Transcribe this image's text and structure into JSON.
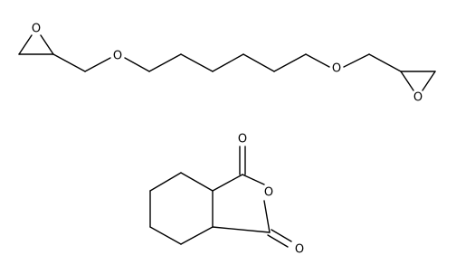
{
  "figure": {
    "background": "#ffffff",
    "bond_color": "#000000",
    "atom_labels": {
      "epoxide_left_o": "O",
      "ether_left_o": "O",
      "ether_right_o": "O",
      "epoxide_right_o": "O",
      "carbonyl_top_o": "O",
      "anhydride_ring_o": "O",
      "carbonyl_bottom_o": "O"
    }
  }
}
